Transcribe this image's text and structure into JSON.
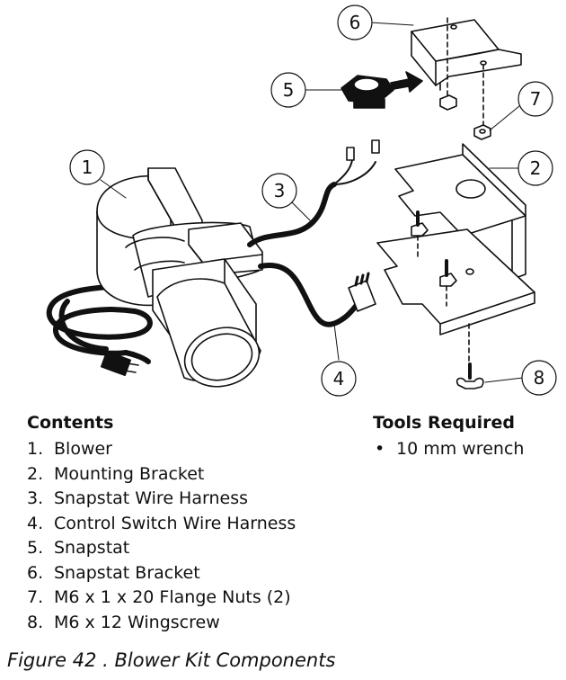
{
  "callouts": [
    "1",
    "2",
    "3",
    "4",
    "5",
    "6",
    "7",
    "8"
  ],
  "contents": {
    "heading": "Contents",
    "items": [
      {
        "num": "1.",
        "label": "Blower"
      },
      {
        "num": "2.",
        "label": "Mounting Bracket"
      },
      {
        "num": "3.",
        "label": "Snapstat Wire Harness"
      },
      {
        "num": "4.",
        "label": "Control Switch Wire Harness"
      },
      {
        "num": "5.",
        "label": "Snapstat"
      },
      {
        "num": "6.",
        "label": "Snapstat Bracket"
      },
      {
        "num": "7.",
        "label": "M6 x 1 x 20 Flange Nuts (2)"
      },
      {
        "num": "8.",
        "label": "M6 x 12 Wingscrew"
      }
    ]
  },
  "tools": {
    "heading": "Tools Required",
    "items": [
      {
        "bullet": "•",
        "label": "10 mm wrench"
      }
    ]
  },
  "caption": "Figure 42 . Blower Kit Components"
}
